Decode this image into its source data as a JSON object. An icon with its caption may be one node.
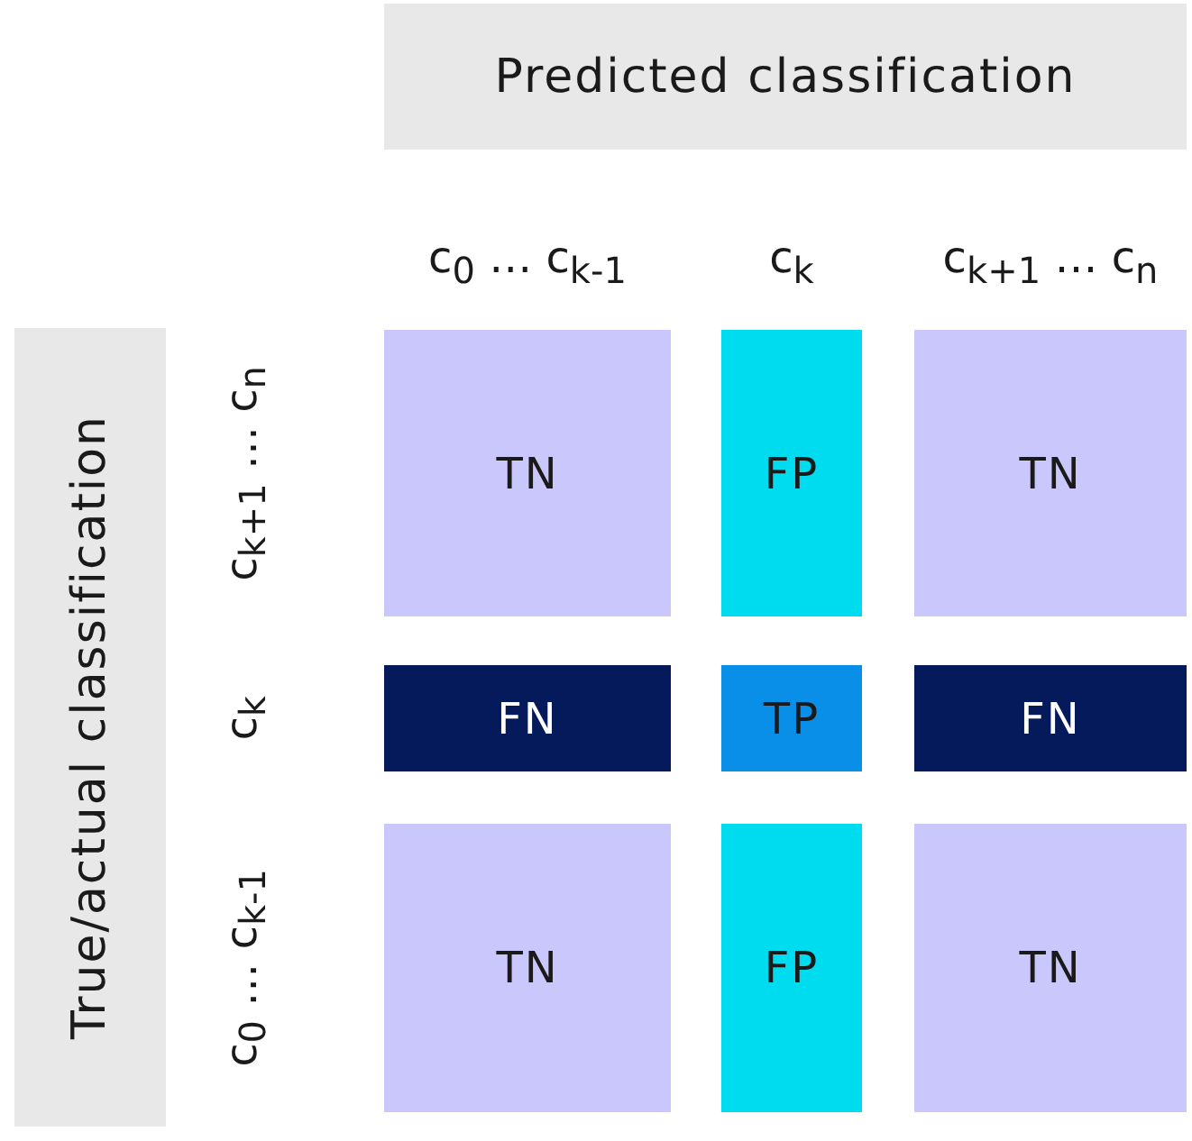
{
  "diagram": {
    "nodes": [
      {
        "text": [
          "Predicted classification"
        ]
      },
      {
        "text": [
          "True/actual classification"
        ]
      },
      {
        "text": [
          "TN"
        ]
      },
      {
        "text": [
          "FP"
        ]
      },
      {
        "text": [
          "TN"
        ]
      },
      {
        "text": [
          "FN"
        ]
      },
      {
        "text": [
          "TP"
        ]
      },
      {
        "text": [
          "FN"
        ]
      },
      {
        "text": [
          "TN"
        ]
      },
      {
        "text": [
          "FP"
        ]
      },
      {
        "text": [
          "TN"
        ]
      }
    ],
    "edges": [],
    "labels": [
      "c$_{0}$ … c$_{k-1}$",
      "c$_{k}$",
      "c$_{k+1}$ … c$_{n}$",
      "c$_{k+1}$ … c$_{n}$",
      "c$_{k}$",
      "c$_{0}$ … c$_{k-1}$"
    ]
  }
}
